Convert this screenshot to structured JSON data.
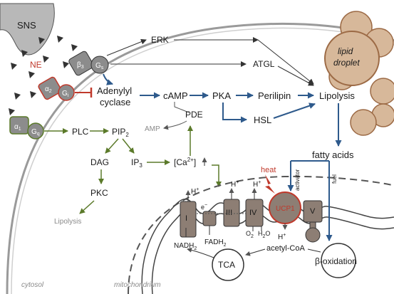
{
  "labels": {
    "sns": "SNS",
    "ne": "NE",
    "beta3": "β",
    "beta3_sub": "3",
    "gs1": "G",
    "gs1_sub": "s",
    "alpha2": "α",
    "alpha2_sub": "2",
    "gi": "G",
    "gi_sub": "i",
    "alpha1": "α",
    "alpha1_sub": "1",
    "gq": "G",
    "gq_sub": "q",
    "erk": "ERK",
    "atgl": "ATGL",
    "adenylyl": "Adenylyl",
    "cyclase": "cyclase",
    "camp": "cAMP",
    "pka": "PKA",
    "perilipin": "Perilipin",
    "lipolysis": "Lipolysis",
    "hsl": "HSL",
    "pde": "PDE",
    "amp": "AMP",
    "plc": "PLC",
    "pip": "PIP",
    "pip_sub": "2",
    "dag": "DAG",
    "ip": "IP",
    "ip_sub": "3",
    "ca": "[Ca",
    "ca_sup": "2+",
    "ca_end": "]",
    "pkc": "PKC",
    "lipolysis2": "Lipolysis",
    "lipid1": "lipid",
    "lipid2": "droplet",
    "fatty_acids": "fatty acids",
    "activator": "activator",
    "fuel": "fuel",
    "heat": "heat",
    "ucp1": "UCP1",
    "hplus": "H",
    "roman_i": "I",
    "roman_iii": "III",
    "roman_iv": "IV",
    "roman_v": "V",
    "eminus": "e",
    "nadh": "NADH",
    "nadh_sub": "2",
    "fadh": "FADH",
    "fadh_sub": "2",
    "o2": "O",
    "o2_sub": "2",
    "h2o": "H",
    "h2o_sub": "2",
    "h2o_end": "O",
    "tca": "TCA",
    "acetyl": "acetyl-CoA",
    "beta_ox": "β-oxidation",
    "cytosol": "cytosol",
    "mito": "mitochondrium"
  },
  "colors": {
    "blue_arrow": "#2e5a8c",
    "green_arrow": "#5b7a2a",
    "red_accent": "#c0392b",
    "receptor_grey": "#8c8c8c",
    "droplet_fill": "#d7b89a",
    "droplet_stroke": "#9c6a45",
    "ucp1_fill": "#8d7e74"
  }
}
